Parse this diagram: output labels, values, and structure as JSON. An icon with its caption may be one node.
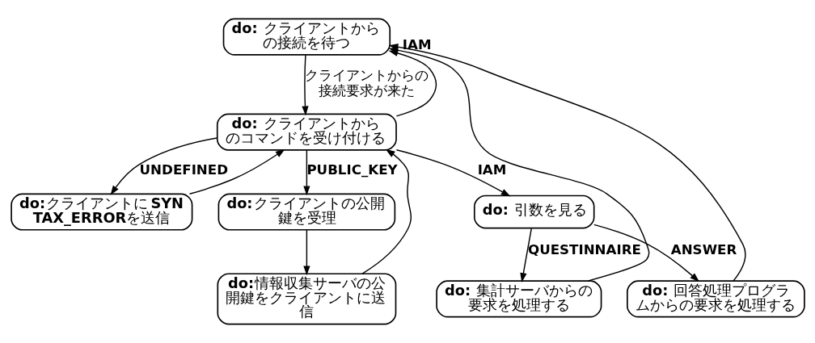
{
  "diagram": {
    "nodes": [
      {
        "text": [
          "**do:** クライアントからの接続を待つ"
        ]
      },
      {
        "text": [
          "**do:** クライアントからのコマンドを受け付ける"
        ]
      },
      {
        "text": [
          "**do:**クライアントに**SYNTAX_ERROR**を送信"
        ]
      },
      {
        "text": [
          "**do:**クライアントの公開鍵を受理"
        ]
      },
      {
        "text": [
          "**do:**情報収集サーバの公開鍵をクライアントに送信"
        ]
      },
      {
        "text": [
          "**do:** 引数を見る"
        ]
      },
      {
        "text": [
          "**do:** 集計サーバからの要求を処理する"
        ]
      },
      {
        "text": [
          "**do:** 回答処理プログラムからの要求を処理する"
        ]
      }
    ],
    "edges": [
      {
        "from": 0,
        "to": 1,
        "arrow": "to",
        "label": "クライアントからの接続要求が来た"
      },
      {
        "from": 1,
        "to": 0,
        "arrow": "to",
        "label": "IAM"
      },
      {
        "from": 1,
        "to": 2,
        "arrow": "to",
        "label": "UNDEFINED"
      },
      {
        "from": 1,
        "to": 3,
        "arrow": "to",
        "label": "PUBLIC_KEY"
      },
      {
        "from": 3,
        "to": 4,
        "arrow": "to"
      },
      {
        "from": 1,
        "to": 5,
        "arrow": "to",
        "label": "IAM"
      },
      {
        "from": 5,
        "to": 6,
        "arrow": "to",
        "label": "QUESTINNAIRE"
      },
      {
        "from": 5,
        "to": 7,
        "arrow": "to",
        "label": "ANSWER"
      },
      {
        "from": 2,
        "to": 1,
        "arrow": "to"
      },
      {
        "from": 4,
        "to": 1,
        "arrow": "to"
      },
      {
        "from": 6,
        "to": 0,
        "arrow": "to"
      },
      {
        "from": 7,
        "to": 0,
        "arrow": "to"
      }
    ]
  }
}
